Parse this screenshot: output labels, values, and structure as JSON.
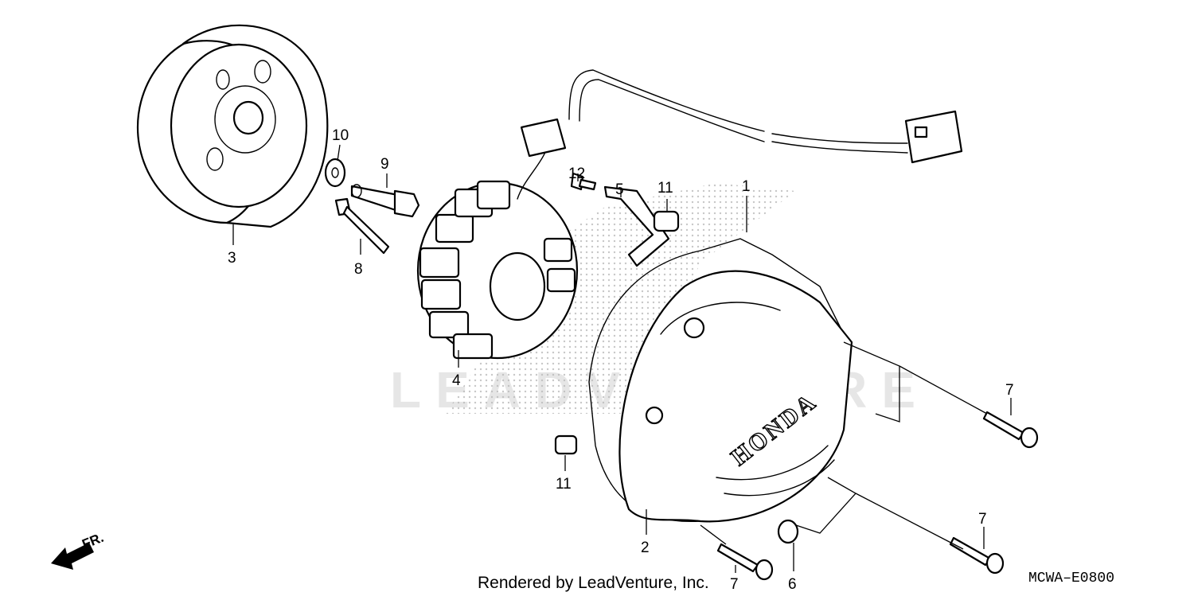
{
  "callouts": [
    "1",
    "2",
    "3",
    "4",
    "5",
    "6",
    "7",
    "7",
    "7",
    "8",
    "9",
    "10",
    "11",
    "11",
    "12"
  ],
  "watermark": "LEADVENTURE",
  "cover_brand": "HONDA",
  "direction_label": "FR.",
  "footer_credit": "Rendered by LeadVenture, Inc.",
  "diagram_code": "MCWA–E0800",
  "colors": {
    "line": "#000000",
    "background": "#ffffff",
    "watermark": "#b9b9b9"
  }
}
